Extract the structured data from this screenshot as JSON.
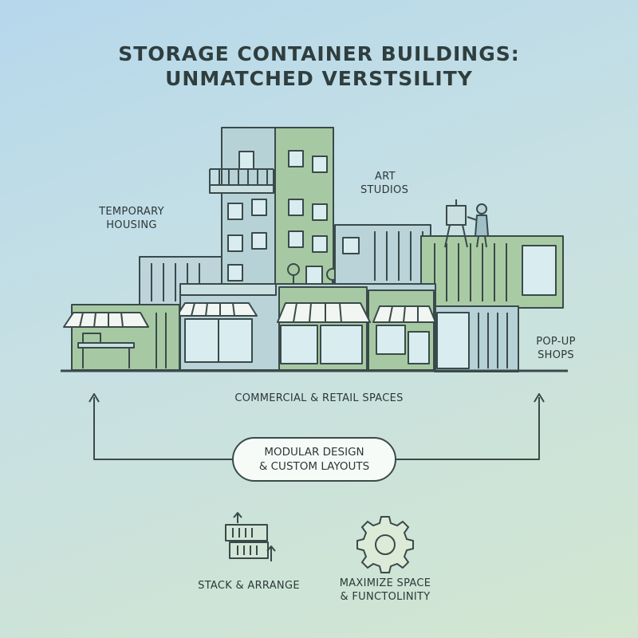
{
  "title": {
    "line1": "STORAGE CONTAINER BUILDINGS:",
    "line2": "UNMATCHED VERSTSILITY"
  },
  "labels": {
    "temporary_housing": [
      "TEMPORARY",
      "HOUSING"
    ],
    "art_studios": [
      "ART",
      "STUDIOS"
    ],
    "pop_up_shops": [
      "POP-UP",
      "SHOPS"
    ],
    "commercial_retail": "COMMERCIAL & RETAIL SPACES"
  },
  "center_node": {
    "line1": "MODULAR DESIGN",
    "line2": "& CUSTOM LAYOUTS"
  },
  "features": [
    {
      "icon": "stacked-containers-icon",
      "label": [
        "STACK & ARRANGE"
      ]
    },
    {
      "icon": "gear-icon",
      "label": [
        "MAXIMIZE SPACE",
        "& FUNCTOLINITY"
      ]
    }
  ],
  "colors": {
    "outline": "#3a4a4a",
    "building_green": "#9fc79a",
    "building_blue": "#b8d3d8",
    "glass": "#d9ecef"
  }
}
